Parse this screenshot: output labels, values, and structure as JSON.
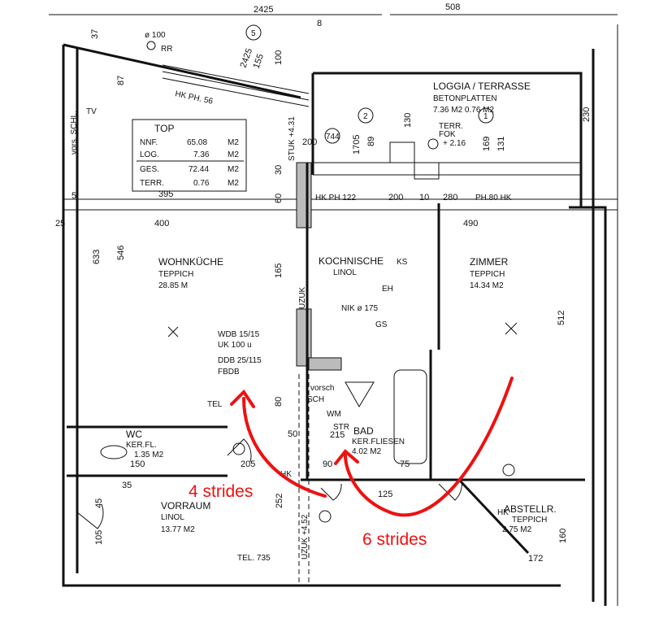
{
  "top_dims": [
    "2425",
    "508",
    "8"
  ],
  "legend": {
    "title": "TOP",
    "rows": [
      {
        "k": "NNF.",
        "v": "65.08",
        "u": "M2"
      },
      {
        "k": "LOG.",
        "v": "7.36",
        "u": "M2"
      },
      {
        "k": "GES.",
        "v": "72.44",
        "u": "M2"
      },
      {
        "k": "TERR.",
        "v": "0.76",
        "u": "M2"
      }
    ]
  },
  "rooms": {
    "loggia": {
      "name": "LOGGIA / TERRASSE",
      "finish": "BETONPLATTEN",
      "area": "7.36 M2     0.76 M2",
      "terr": "TERR.",
      "fok": "FOK",
      "level": "+ 2.16"
    },
    "wohnkueche": {
      "name": "WOHNKÜCHE",
      "finish": "TEPPICH",
      "area": "28.85 M"
    },
    "kochnische": {
      "name": "KOCHNISCHE",
      "finish": "LINOL"
    },
    "zimmer": {
      "name": "ZIMMER",
      "finish": "TEPPICH",
      "area": "14.34 M2"
    },
    "wc": {
      "name": "WC",
      "finish": "KER.FL.",
      "area": "1.35 M2"
    },
    "bad": {
      "name": "BAD",
      "finish": "KER.FLIESEN",
      "area": "4.02 M2"
    },
    "vorraum": {
      "name": "VORRAUM",
      "finish": "LINOL",
      "area": "13.77 M2"
    },
    "abstell": {
      "name": "ABSTELLR.",
      "finish": "TEPPICH",
      "area": "2.75 M2"
    }
  },
  "labels": {
    "rr": "RR",
    "phi100": "ø 100",
    "hk_ph56": "HK  PH. 56",
    "hk_ph122": "HK PH 122",
    "ph80hk": "PH.80   HK",
    "wdb": "WDB 15/15",
    "uk100": "UK 100 u",
    "ddb": "DDB 25/115",
    "fbdb": "FBDB",
    "tel1": "TEL",
    "tel2": "TEL. 735",
    "uzuk1": "UZUK",
    "uzuk2": "UZUK +4.52",
    "stuk": "STUK +4.31",
    "ks": "KS",
    "eh": "EH",
    "gs": "GS",
    "wm": "WM",
    "str": "STR",
    "sch": "SCH",
    "vorsch": "vorsch",
    "nik": "NIK ø 175",
    "hk1": "HK",
    "hk2": "HK",
    "tv": "TV",
    "vorsschl": "vors. SCHL.",
    "c5": "5",
    "c2": "2",
    "c1": "1",
    "c744": "744"
  },
  "dims": {
    "d395": "395",
    "d400": "400",
    "d490": "490",
    "d280": "280",
    "d200": "200",
    "d10": "10",
    "d5": "5",
    "d633": "633",
    "d546": "546",
    "d165": "165",
    "d512": "512",
    "d150": "150",
    "d172": "172",
    "d160": "160",
    "d125": "125",
    "d215": "215",
    "d205": "205",
    "d90": "90",
    "d75": "75",
    "d50": "50",
    "d25": "25",
    "d100": "100",
    "d87": "87",
    "d37": "37",
    "d1705": "1705",
    "d89": "89",
    "d169": "169",
    "d131": "131",
    "d130": "130",
    "d230": "230",
    "d155": "155",
    "d2425b": "2425",
    "d30": "30",
    "d60": "60",
    "d80": "80",
    "d45": "45",
    "d105": "105",
    "d35": "35",
    "d252": "252",
    "d200b": "200"
  },
  "annotations": {
    "a4": "4 strides",
    "a6": "6 strides"
  }
}
